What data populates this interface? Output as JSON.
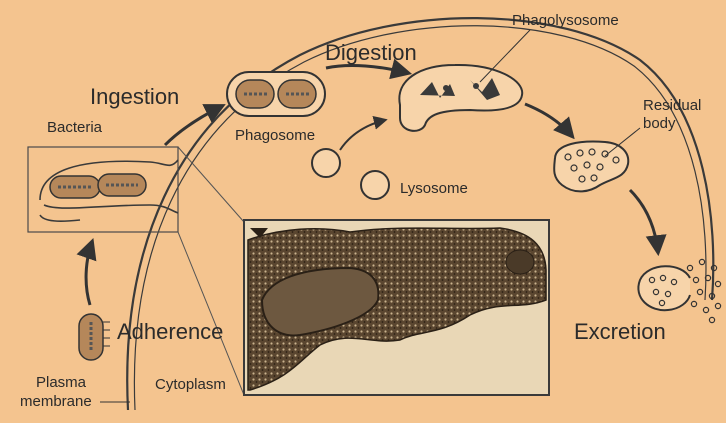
{
  "labels": {
    "ingestion": "Ingestion",
    "digestion": "Digestion",
    "phagolysosome": "Phagolysosome",
    "residual_body_line1": "Residual",
    "residual_body_line2": "body",
    "bacteria": "Bacteria",
    "phagosome": "Phagosome",
    "lysosome": "Lysosome",
    "adherence": "Adherence",
    "excretion": "Excretion",
    "plasma_membrane_line1": "Plasma",
    "plasma_membrane_line2": "membrane",
    "cytoplasm": "Cytoplasm"
  },
  "colors": {
    "background": "#f4c48f",
    "outline": "#3a3a3a",
    "micrograph_dark": "#3b2e1e",
    "micrograph_light": "#e9d7b6"
  }
}
